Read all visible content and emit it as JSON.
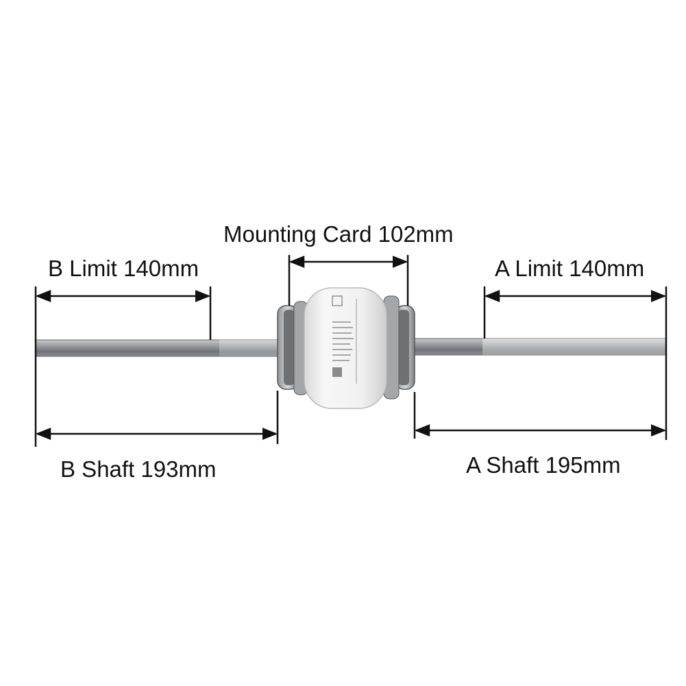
{
  "dimensions": {
    "mounting_card": "Mounting Card 102mm",
    "b_limit": "B Limit 140mm",
    "a_limit": "A Limit 140mm",
    "b_shaft": "B Shaft 193mm",
    "a_shaft": "A Shaft 195mm"
  },
  "colors": {
    "line": "#111111",
    "shaft": "#8e9296",
    "motor_body": "#f1f1f1",
    "bearing_ring": "#b9bcbf"
  }
}
